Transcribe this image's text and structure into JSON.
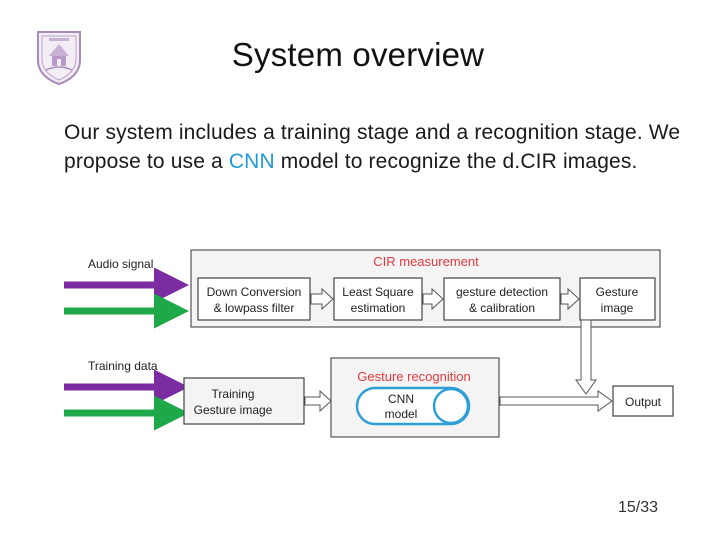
{
  "slide": {
    "title": "System overview",
    "body_pre": "Our system includes a training stage and a recognition stage. We propose to use a ",
    "body_highlight": "CNN",
    "body_post": " model to recognize the d.CIR images.",
    "page_number": "15/33"
  },
  "diagram": {
    "inputs": {
      "audio_signal": "Audio signal",
      "training_data": "Training data"
    },
    "cir_section_title": "CIR measurement",
    "gesture_section_title": "Gesture recognition",
    "boxes": {
      "down_conversion": [
        "Down Conversion",
        "& lowpass filter"
      ],
      "least_square": [
        "Least Square",
        "estimation"
      ],
      "gesture_detection": [
        "gesture detection",
        "& calibration"
      ],
      "gesture_image": [
        "Gesture",
        "image"
      ],
      "training_gesture": [
        "Training",
        "Gesture image"
      ],
      "cnn_model": [
        "CNN",
        "model"
      ],
      "output": "Output"
    },
    "colors": {
      "accent_red": "#e0393e",
      "cnn_blue": "#2e9fd6",
      "arrow_purple": "#7a2ca0",
      "arrow_green": "#1ea84a",
      "body_highlight": "#1f9bd6"
    }
  }
}
